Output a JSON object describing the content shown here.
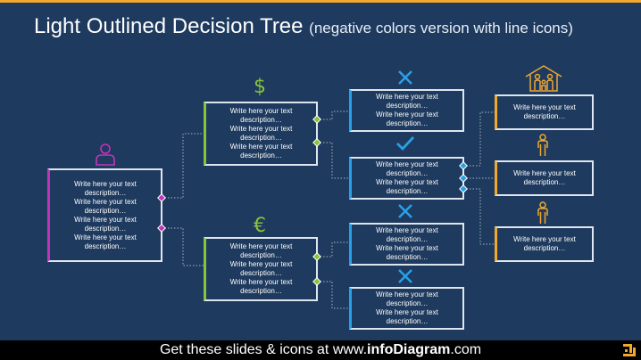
{
  "title": {
    "main": "Light Outlined Decision Tree",
    "subtitle": "(negative colors version with line icons)"
  },
  "colors": {
    "background": "#1e3a5e",
    "root": "#c035b8",
    "green": "#86c43a",
    "blue": "#28a0e8",
    "orange": "#f0a830",
    "box_border": "#dfe6ef"
  },
  "root_box": {
    "lines": [
      "Write here your text",
      "description…",
      "Write here your text",
      "description…",
      "Write here your text",
      "description…",
      "Write here your text",
      "description…"
    ]
  },
  "level1": [
    {
      "icon": "dollar-icon",
      "lines": [
        "Write here your text",
        "description…",
        "Write here your text",
        "description…",
        "Write here your text",
        "description…"
      ]
    },
    {
      "icon": "euro-icon",
      "lines": [
        "Write here your text",
        "description…",
        "Write here your text",
        "description…",
        "Write here your text",
        "description…"
      ]
    }
  ],
  "level2": [
    {
      "icon": "cross-icon",
      "lines": [
        "Write here your text",
        "description…",
        "Write here your text",
        "description…"
      ]
    },
    {
      "icon": "check-icon",
      "lines": [
        "Write here your text",
        "description…",
        "Write here your text",
        "description…"
      ]
    },
    {
      "icon": "cross-icon",
      "lines": [
        "Write here your text",
        "description…",
        "Write here your text",
        "description…"
      ]
    },
    {
      "icon": "cross-icon",
      "lines": [
        "Write here your text",
        "description…",
        "Write here your text",
        "description…"
      ]
    }
  ],
  "level3": [
    {
      "icon": "family-house-icon",
      "lines": [
        "Write here your text",
        "description…"
      ]
    },
    {
      "icon": "person-icon",
      "lines": [
        "Write here your text",
        "description…"
      ]
    },
    {
      "icon": "person-icon",
      "lines": [
        "Write here your text",
        "description…"
      ]
    }
  ],
  "footer": {
    "prefix": "Get these slides & icons at www.",
    "brand": "infoDiagram",
    "suffix": ".com"
  }
}
